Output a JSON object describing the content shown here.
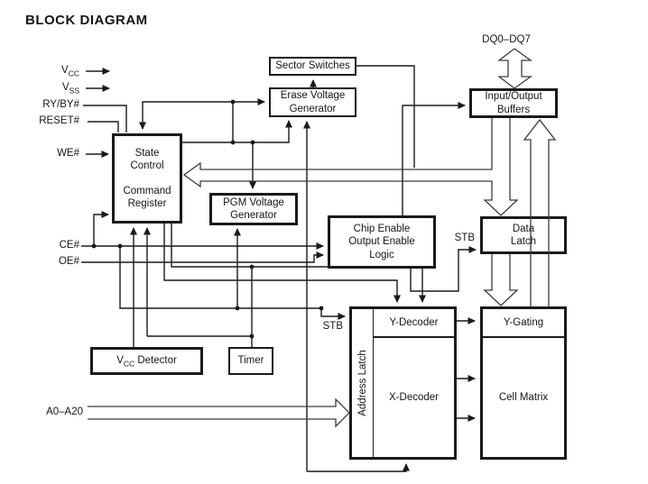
{
  "title": "BLOCK DIAGRAM",
  "colors": {
    "line": "#1a1a1a",
    "hollow_outline": "#3c3c3c",
    "text": "#15151c",
    "background": "#ffffff"
  },
  "signals": {
    "vcc": {
      "base": "V",
      "sub": "CC"
    },
    "vss": {
      "base": "V",
      "sub": "SS"
    },
    "ry_by": "RY/BY#",
    "reset": "RESET#",
    "we": "WE#",
    "ce": "CE#",
    "oe": "OE#",
    "addr": "A0–A20",
    "dq": "DQ0–DQ7",
    "stb_data_latch": "STB",
    "stb_addr_latch": "STB"
  },
  "blocks": {
    "state_control": "State\nControl\n\nCommand\nRegister",
    "sector_switches": "Sector Switches",
    "erase_voltage_generator": "Erase Voltage\nGenerator",
    "pgm_voltage_generator": "PGM Voltage\nGenerator",
    "chip_enable_logic": "Chip Enable\nOutput Enable\nLogic",
    "io_buffers": "Input/Output\nBuffers",
    "data_latch": "Data\nLatch",
    "y_decoder": "Y-Decoder",
    "y_gating": "Y-Gating",
    "x_decoder": "X-Decoder",
    "cell_matrix": "Cell Matrix",
    "address_latch": "Address Latch",
    "vcc_detector": {
      "base": "V",
      "sub": "CC",
      "rest": " Detector"
    },
    "timer": "Timer"
  }
}
